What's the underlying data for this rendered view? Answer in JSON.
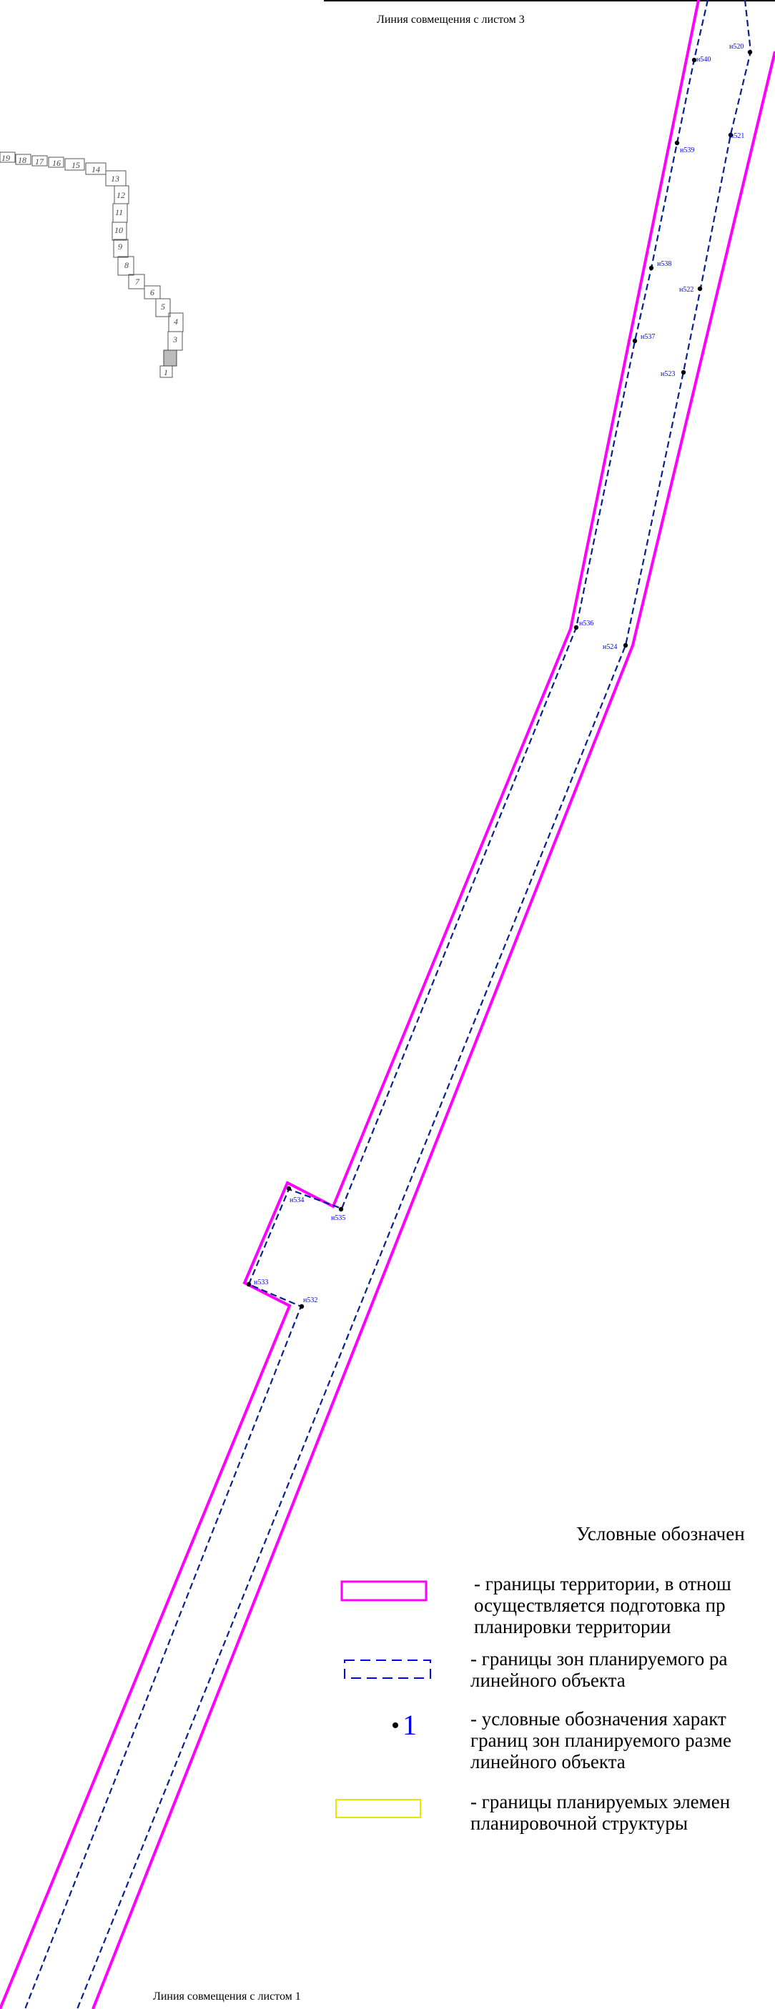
{
  "sheet_top": "Линия совмещения с листом 3",
  "sheet_bottom": "Линия совмещения с листом 1",
  "colors": {
    "territory": "#ff00ff",
    "zone": "#0a1f8f",
    "points": "#0000ff",
    "structure": "#e6e600",
    "lots": "#555555"
  },
  "points": [
    {
      "id": "н520",
      "label": "н520"
    },
    {
      "id": "н521",
      "label": "н521"
    },
    {
      "id": "н522",
      "label": "н522"
    },
    {
      "id": "н523",
      "label": "н523"
    },
    {
      "id": "н524",
      "label": "н524"
    },
    {
      "id": "н532",
      "label": "н532"
    },
    {
      "id": "н533",
      "label": "н533"
    },
    {
      "id": "н534",
      "label": "н534"
    },
    {
      "id": "н535",
      "label": "н535"
    },
    {
      "id": "н536",
      "label": "н536"
    },
    {
      "id": "н537",
      "label": "н537"
    },
    {
      "id": "н538",
      "label": "н538"
    },
    {
      "id": "н539",
      "label": "н539"
    },
    {
      "id": "н540",
      "label": "н540"
    }
  ],
  "lots": [
    "19",
    "18",
    "17",
    "16",
    "15",
    "14",
    "13",
    "12",
    "11",
    "10",
    "9",
    "8",
    "7",
    "6",
    "5",
    "4",
    "3",
    "1"
  ],
  "legend": {
    "title": "Условные обозначен",
    "items": [
      {
        "symbol": "magenta-rectangle",
        "lines": [
          "- границы территории, в отнош",
          "осуществляется подготовка пр",
          "планировки территории"
        ]
      },
      {
        "symbol": "blue-dashed-rectangle",
        "lines": [
          "- границы зон планируемого ра",
          "линейного объекта"
        ]
      },
      {
        "symbol": "point-number",
        "number": "1",
        "lines": [
          "- условные обозначения характ",
          "границ зон планируемого разме",
          "линейного объекта"
        ]
      },
      {
        "symbol": "yellow-rectangle",
        "lines": [
          "- границы планируемых элемен",
          "планировочной структуры"
        ]
      }
    ]
  }
}
